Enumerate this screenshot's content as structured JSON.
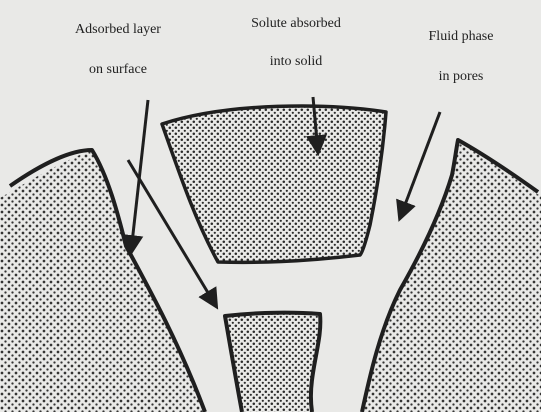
{
  "labels": {
    "adsorbed_line1": "Adsorbed layer",
    "adsorbed_line2": "on surface",
    "solute_line1": "Solute absorbed",
    "solute_line2": "into solid",
    "fluid_line1": "Fluid phase",
    "fluid_line2": "in pores"
  },
  "colors": {
    "background": "#e9e9e7",
    "ink": "#1f1f1f",
    "stipple": "#2a2a2a"
  }
}
